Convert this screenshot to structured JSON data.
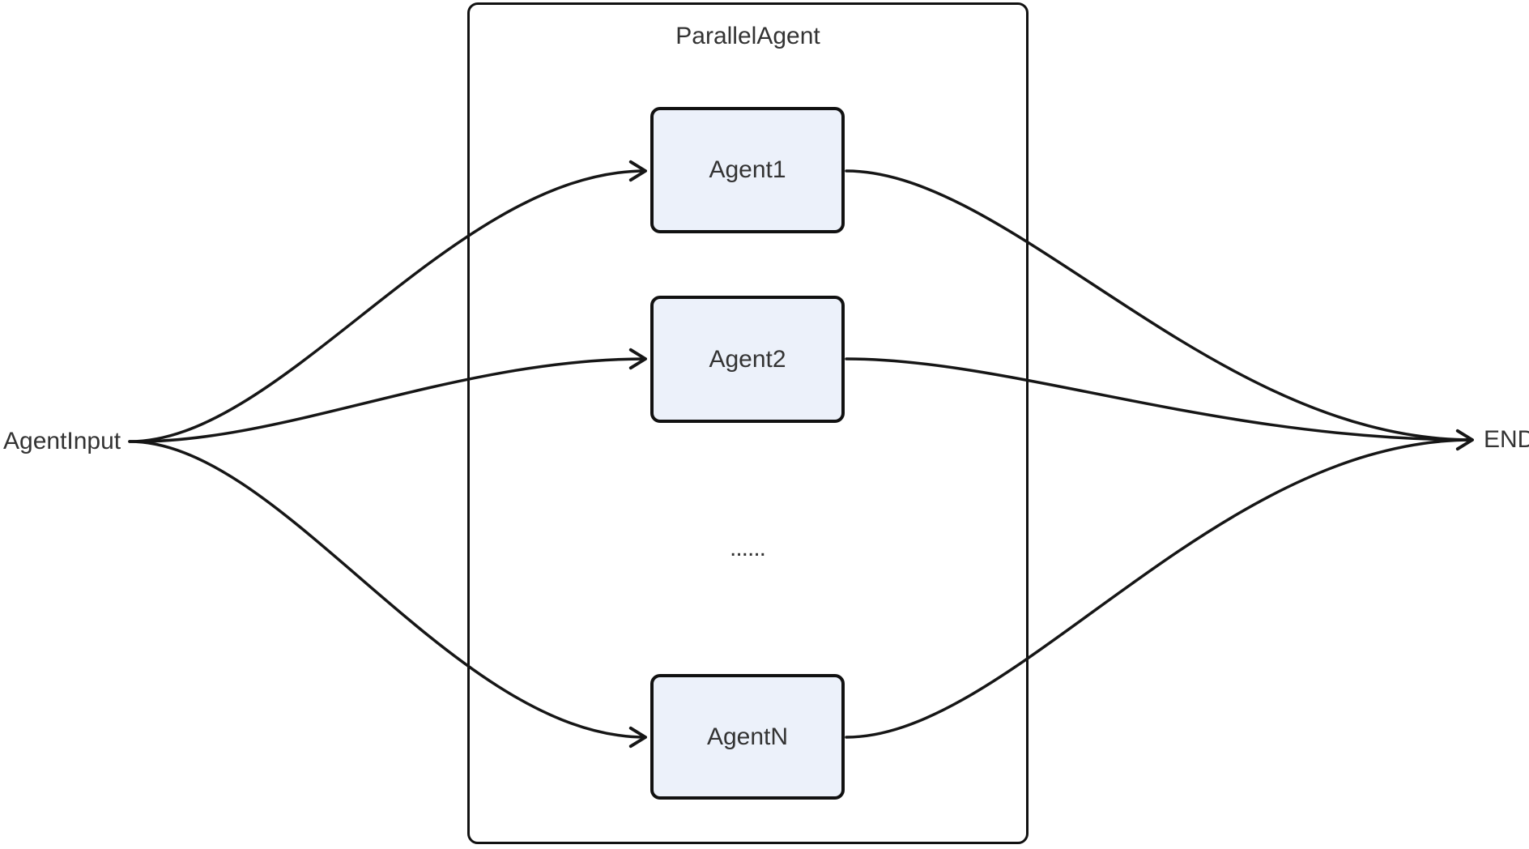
{
  "diagram": {
    "type": "flowchart",
    "direction": "LR",
    "container_label": "ParallelAgent",
    "input_label": "AgentInput",
    "end_label": "END",
    "ellipsis": "......",
    "nodes": [
      {
        "label": "Agent1"
      },
      {
        "label": "Agent2"
      },
      {
        "label": "AgentN"
      }
    ],
    "edges": [
      {
        "from": "AgentInput",
        "to": "Agent1"
      },
      {
        "from": "AgentInput",
        "to": "Agent2"
      },
      {
        "from": "AgentInput",
        "to": "AgentN"
      },
      {
        "from": "Agent1",
        "to": "END"
      },
      {
        "from": "Agent2",
        "to": "END"
      },
      {
        "from": "AgentN",
        "to": "END"
      }
    ],
    "colors": {
      "background": "#ffffff",
      "node_fill": "#ECF1FA",
      "node_border": "#111111",
      "edge": "#161616",
      "text": "#333333"
    }
  }
}
